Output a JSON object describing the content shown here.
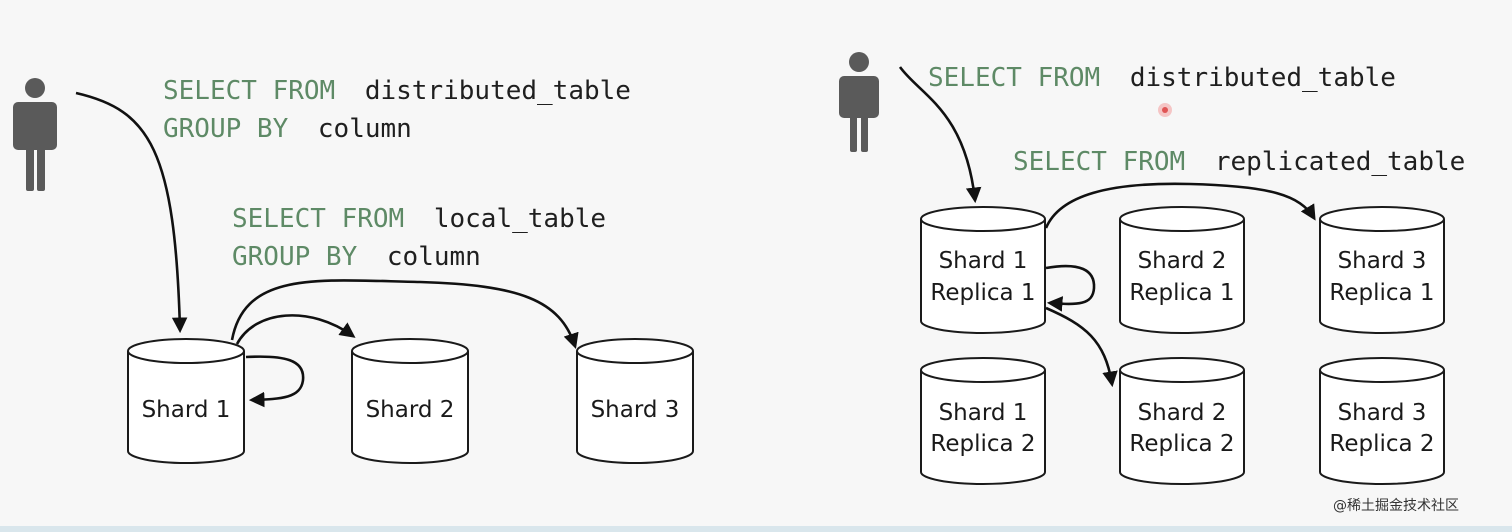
{
  "left": {
    "query_main": [
      {
        "kw": "SELECT FROM",
        "id": "distributed_table"
      },
      {
        "kw": "GROUP BY",
        "id": "column"
      }
    ],
    "query_local": [
      {
        "kw": "SELECT FROM",
        "id": "local_table"
      },
      {
        "kw": "GROUP BY",
        "id": "column"
      }
    ],
    "shards": [
      "Shard 1",
      "Shard 2",
      "Shard 3"
    ]
  },
  "right": {
    "query_main": {
      "kw": "SELECT FROM",
      "id": "distributed_table"
    },
    "query_replicated": {
      "kw": "SELECT FROM",
      "id": "replicated_table"
    },
    "nodes": [
      {
        "line1": "Shard 1",
        "line2": "Replica 1"
      },
      {
        "line1": "Shard 2",
        "line2": "Replica 1"
      },
      {
        "line1": "Shard 3",
        "line2": "Replica 1"
      },
      {
        "line1": "Shard 1",
        "line2": "Replica 2"
      },
      {
        "line1": "Shard 2",
        "line2": "Replica 2"
      },
      {
        "line1": "Shard 3",
        "line2": "Replica 2"
      }
    ]
  },
  "watermark": {
    "text": "@稀土掘金技术社区"
  },
  "colors": {
    "keyword": "#5e8a66",
    "identifier": "#1f1f1f",
    "person": "#5a5a5a",
    "cursor_dot": "#e05555"
  }
}
